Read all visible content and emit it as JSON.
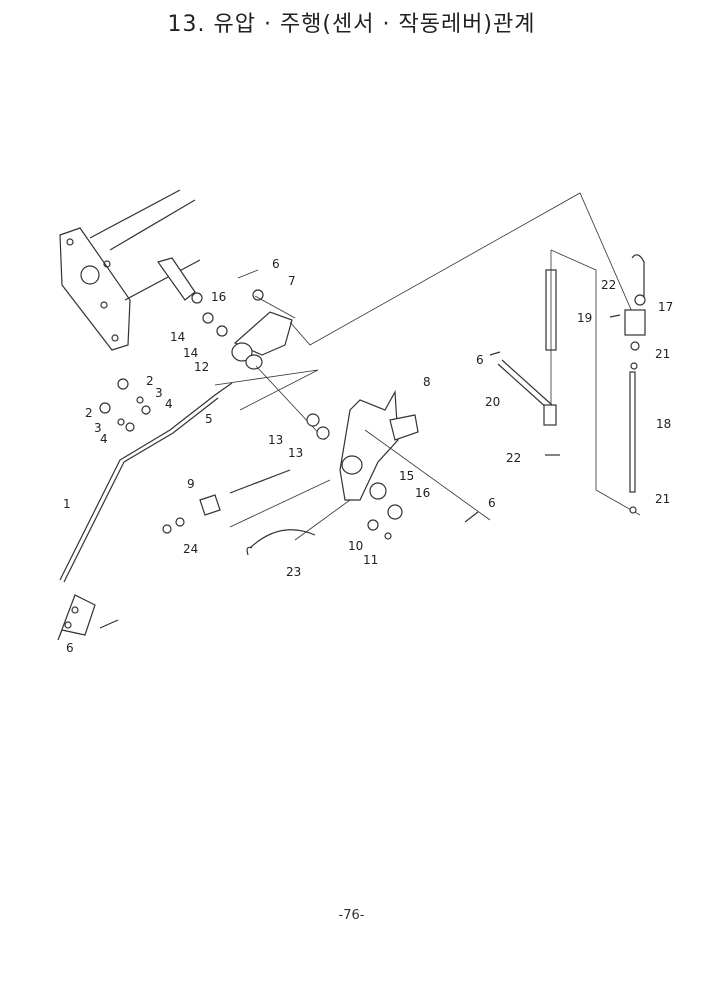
{
  "title": "13. 유압 · 주행(센서 · 작동레버)관계",
  "page_number": "-76-",
  "labels": [
    "6",
    "7",
    "16",
    "14",
    "14",
    "12",
    "2",
    "3",
    "4",
    "2",
    "3",
    "4",
    "5",
    "8",
    "6",
    "19",
    "22",
    "17",
    "21",
    "20",
    "18",
    "22",
    "21",
    "13",
    "13",
    "15",
    "16",
    "6",
    "9",
    "10",
    "11",
    "24",
    "23",
    "1",
    "6"
  ]
}
